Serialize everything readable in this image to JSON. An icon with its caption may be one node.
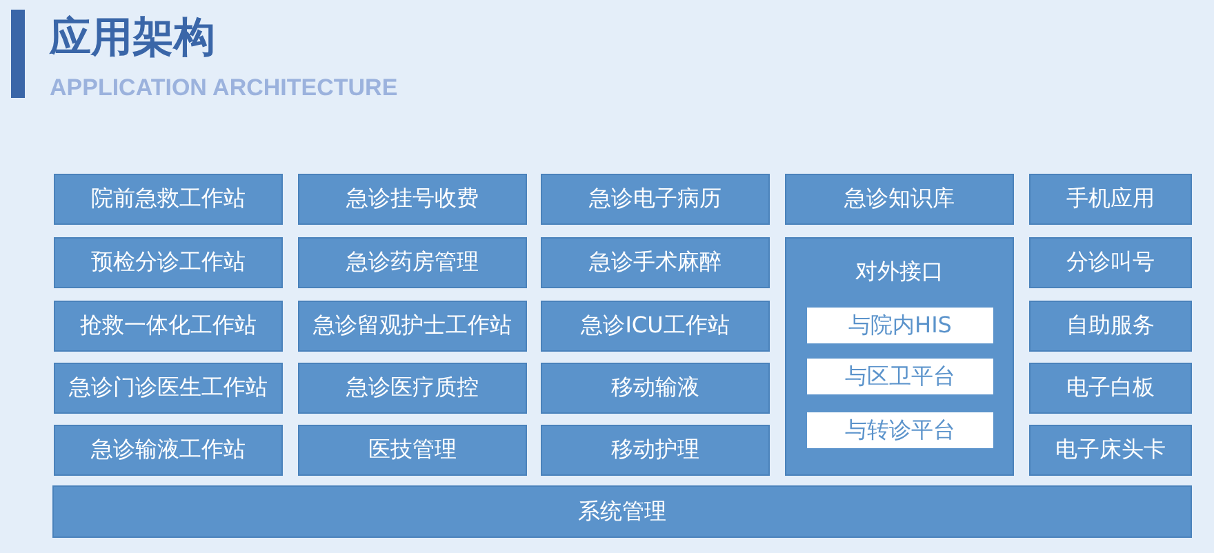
{
  "diagram": {
    "title": "应用架构",
    "nodes": [
      {
        "text": [
          "院前急救工作站"
        ]
      },
      {
        "text": [
          "急诊挂号收费"
        ]
      },
      {
        "text": [
          "急诊电子病历"
        ]
      },
      {
        "text": [
          "急诊知识库"
        ]
      },
      {
        "text": [
          "手机应用"
        ]
      },
      {
        "text": [
          "预检分诊工作站"
        ]
      },
      {
        "text": [
          "急诊药房管理"
        ]
      },
      {
        "text": [
          "急诊手术麻醉"
        ]
      },
      {
        "text": [
          "对外接口"
        ]
      },
      {
        "text": [
          "分诊叫号"
        ]
      },
      {
        "text": [
          "抢救一体化工作站"
        ]
      },
      {
        "text": [
          "急诊留观护士工作站"
        ]
      },
      {
        "text": [
          "急诊ICU工作站"
        ]
      },
      {
        "text": [
          "与院内HIS"
        ],
        "in": 8
      },
      {
        "text": [
          "自助服务"
        ]
      },
      {
        "text": [
          "急诊门诊医生工作站"
        ]
      },
      {
        "text": [
          "急诊医疗质控"
        ]
      },
      {
        "text": [
          "移动输液"
        ]
      },
      {
        "text": [
          "与区卫平台"
        ],
        "in": 8
      },
      {
        "text": [
          "电子白板"
        ]
      },
      {
        "text": [
          "急诊输液工作站"
        ]
      },
      {
        "text": [
          "医技管理"
        ]
      },
      {
        "text": [
          "移动护理"
        ]
      },
      {
        "text": [
          "与转诊平台"
        ],
        "in": 8
      },
      {
        "text": [
          "电子床头卡"
        ]
      },
      {
        "text": [
          "系统管理"
        ]
      }
    ],
    "labels": [
      "APPLICATION ARCHITECTURE"
    ]
  }
}
